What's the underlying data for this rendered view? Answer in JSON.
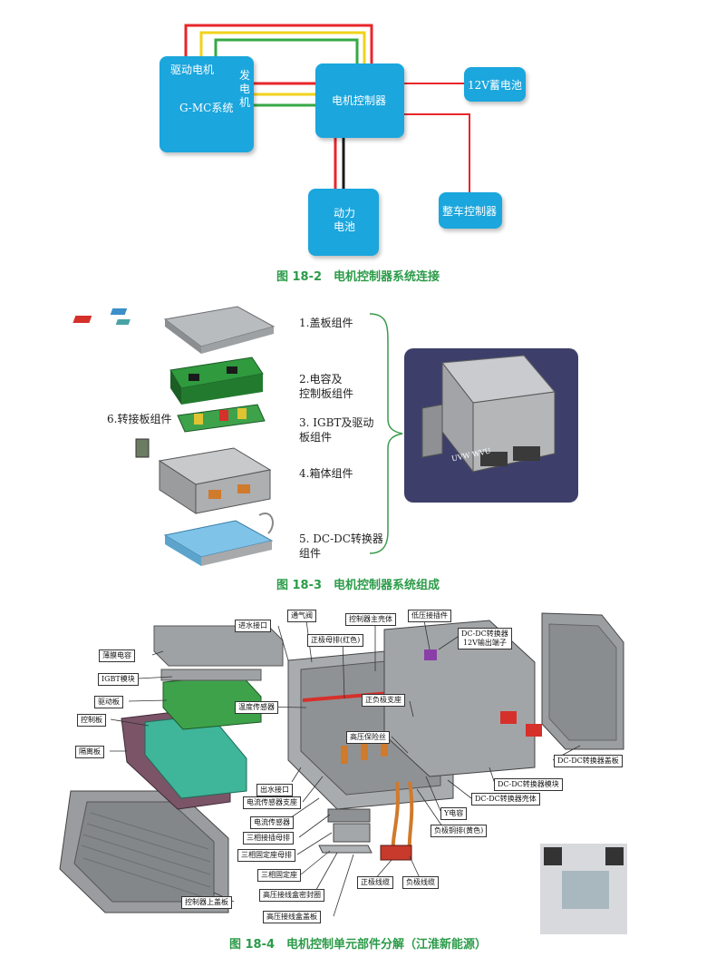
{
  "fig182": {
    "box_motor_top": "驱动电机",
    "box_motor_side": "发电机",
    "box_motor_center": "G-MC系统",
    "box_controller": "电机控制器",
    "box_battery12v": "12V蓄电池",
    "box_power_battery": "动力电池",
    "box_vehicle_ctrl": "整车控制器",
    "caption": "图 18-2　电机控制器系统连接",
    "wire_colors": {
      "red": "#e8262a",
      "yellow": "#f2d21b",
      "green": "#36a846",
      "black": "#1a1a1a",
      "box": "#1ba6dd"
    }
  },
  "fig183": {
    "labels": {
      "cover": "1.盖板组件",
      "cap_line1": "2.电容及",
      "cap_line2": "控制板组件",
      "igbt_line1": "3. IGBT及驱动",
      "igbt_line2": "板组件",
      "adapter": "6.转接板组件",
      "housing": "4.箱体组件",
      "dcdc_line1": "5. DC-DC转换器",
      "dcdc_line2": "组件"
    },
    "product_markings": "UVW  WVU",
    "caption": "图 18-3　电机控制器系统组成"
  },
  "fig184": {
    "labels": {
      "inlet": "进水接口",
      "vent": "通气阀",
      "main_housing": "控制器主壳体",
      "lv_connector": "低压接插件",
      "dcdc_12v_line1": "DC-DC转换器",
      "dcdc_12v_line2": "12V输出端子",
      "film_cap": "薄膜电容",
      "pos_busbar": "正极母排(红色)",
      "igbt": "IGBT模块",
      "driver_board": "驱动板",
      "temp_sensor": "温度传感器",
      "pos_bracket": "正负极支座",
      "control_board": "控制板",
      "hv_fuse": "高压保险丝",
      "isolation": "隔离板",
      "dcdc_cover": "DC-DC转换器盖板",
      "dcdc_module": "DC-DC转换器模块",
      "outlet": "出水接口",
      "current_bracket": "电流传感器支座",
      "dcdc_housing": "DC-DC转换器壳体",
      "current_sensor": "电流传感器",
      "three_phase_busbar": "三相接插母排",
      "y_cap": "Y电容",
      "three_phase_seat_busbar": "三相固定座母排",
      "neg_busbar": "负极铜排(黄色)",
      "three_phase_seat": "三相固定座",
      "hv_seal": "高压接线盒密封圈",
      "pos_cable": "正极线缆",
      "neg_cable": "负极线缆",
      "top_cover": "控制器上盖板",
      "hv_box_cover": "高压接线盒盖板"
    },
    "caption": "图 18-4　电机控制单元部件分解（江淮新能源）"
  }
}
